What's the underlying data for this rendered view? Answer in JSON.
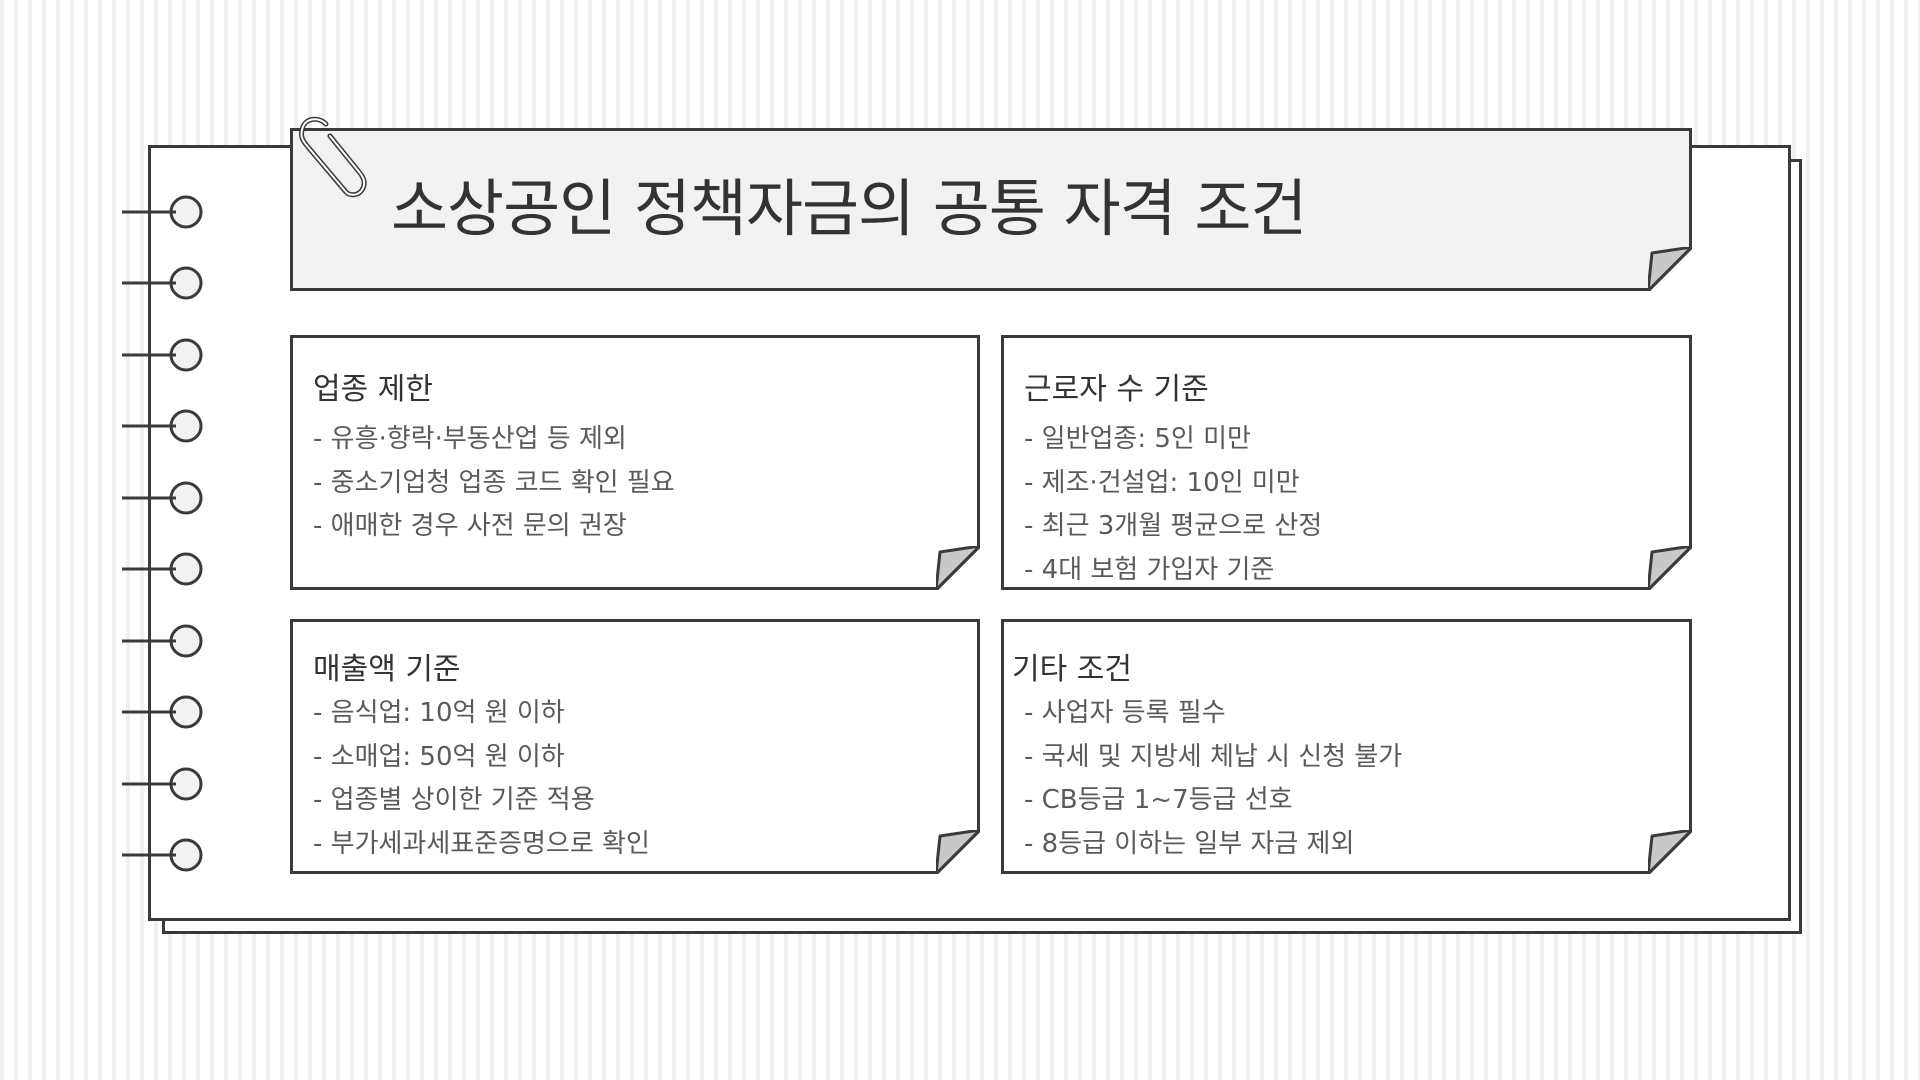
{
  "title": "소상공인 정책자금의 공통 자격 조건",
  "cards": [
    {
      "title": "업종 제한",
      "items": [
        "- 유흥·향락·부동산업 등 제외",
        "- 중소기업청 업종 코드 확인 필요",
        "- 애매한 경우 사전 문의 권장"
      ]
    },
    {
      "title": "근로자 수 기준",
      "items": [
        "- 일반업종: 5인 미만",
        "- 제조·건설업: 10인 미만",
        "- 최근 3개월 평균으로 산정",
        "- 4대 보험 가입자 기준"
      ]
    },
    {
      "title": "매출액 기준",
      "items": [
        "- 음식업: 10억 원 이하",
        "- 소매업: 50억 원 이하",
        "- 업종별 상이한 기준 적용",
        "- 부가세과세표준증명으로 확인"
      ]
    },
    {
      "title": "기타 조건",
      "items": [
        "- 사업자 등록 필수",
        "- 국세 및 지방세 체납 시 신청 불가",
        "- CB등급 1~7등급 선호",
        "- 8등급 이하는 일부 자금 제외"
      ]
    }
  ]
}
